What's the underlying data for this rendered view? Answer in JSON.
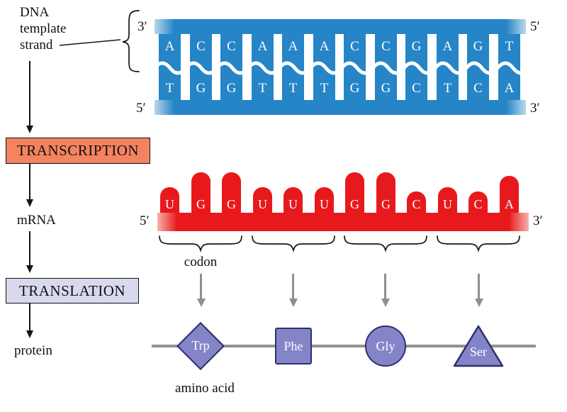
{
  "left_flow": {
    "dna_label_lines": [
      "DNA",
      "template",
      "strand"
    ],
    "transcription_label": "TRANSCRIPTION",
    "mrna_label": "mRNA",
    "translation_label": "TRANSLATION",
    "protein_label": "protein"
  },
  "dna": {
    "top_strand": {
      "left_end": "3′",
      "right_end": "5′",
      "bases": [
        "A",
        "C",
        "C",
        "A",
        "A",
        "A",
        "C",
        "C",
        "G",
        "A",
        "G",
        "T"
      ]
    },
    "bottom_strand": {
      "left_end": "5′",
      "right_end": "3′",
      "bases": [
        "T",
        "G",
        "G",
        "T",
        "T",
        "T",
        "G",
        "G",
        "C",
        "T",
        "C",
        "A"
      ]
    }
  },
  "mrna": {
    "left_end": "5′",
    "right_end": "3′",
    "bases": [
      "U",
      "G",
      "G",
      "U",
      "U",
      "U",
      "G",
      "G",
      "C",
      "U",
      "C",
      "A"
    ],
    "codon_label": "codon"
  },
  "protein": {
    "amino_acids": [
      {
        "name": "Trp",
        "shape": "diamond"
      },
      {
        "name": "Phe",
        "shape": "square"
      },
      {
        "name": "Gly",
        "shape": "circle"
      },
      {
        "name": "Ser",
        "shape": "triangle"
      }
    ],
    "amino_acid_label": "amino acid"
  },
  "colors": {
    "dna_blue": "#2585c7",
    "mrna_red": "#e8191d",
    "transcription_fill": "#f4835f",
    "translation_fill": "#d9d9ee",
    "amino_fill": "#8484c8",
    "amino_border": "#2f2f6e",
    "connector_gray": "#8f8f8f"
  }
}
